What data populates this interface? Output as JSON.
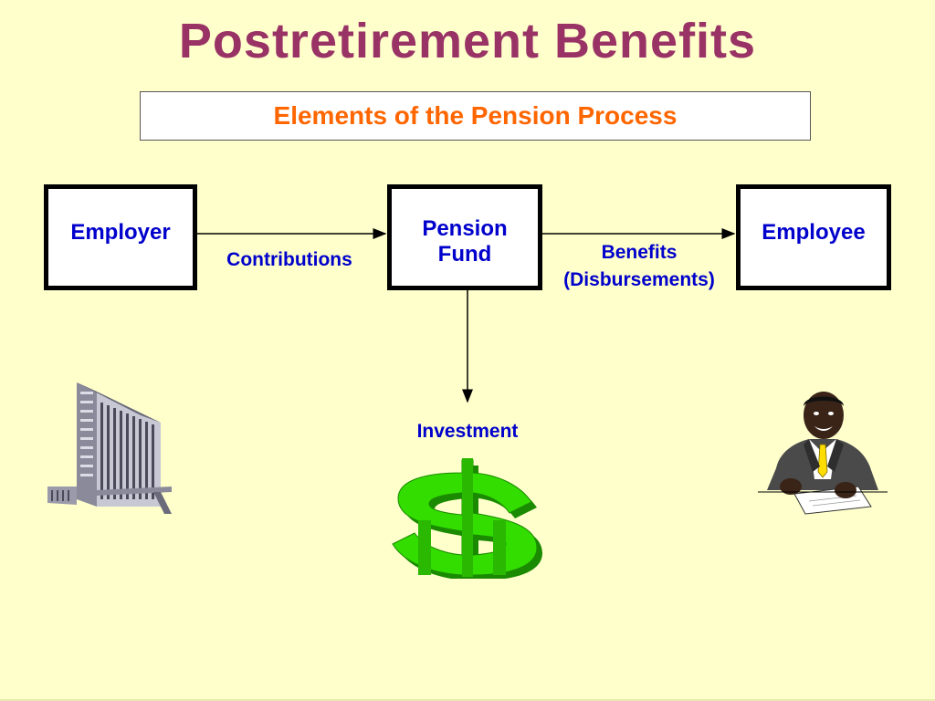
{
  "title": "Postretirement Benefits",
  "subtitle": "Elements of the Pension Process",
  "nodes": {
    "employer": "Employer",
    "pension_fund_line1": "Pension",
    "pension_fund_line2": "Fund",
    "employee": "Employee"
  },
  "flows": {
    "contributions": "Contributions",
    "benefits_line1": "Benefits",
    "benefits_line2": "(Disbursements)",
    "investment": "Investment"
  },
  "icons": {
    "employer_image": "office-building-icon",
    "investment_image": "dollar-sign-icon",
    "employee_image": "businessman-icon"
  },
  "colors": {
    "background": "#ffffcc",
    "title": "#993366",
    "subtitle": "#ff6600",
    "labels": "#0000cc",
    "dollar": "#33cc00"
  }
}
